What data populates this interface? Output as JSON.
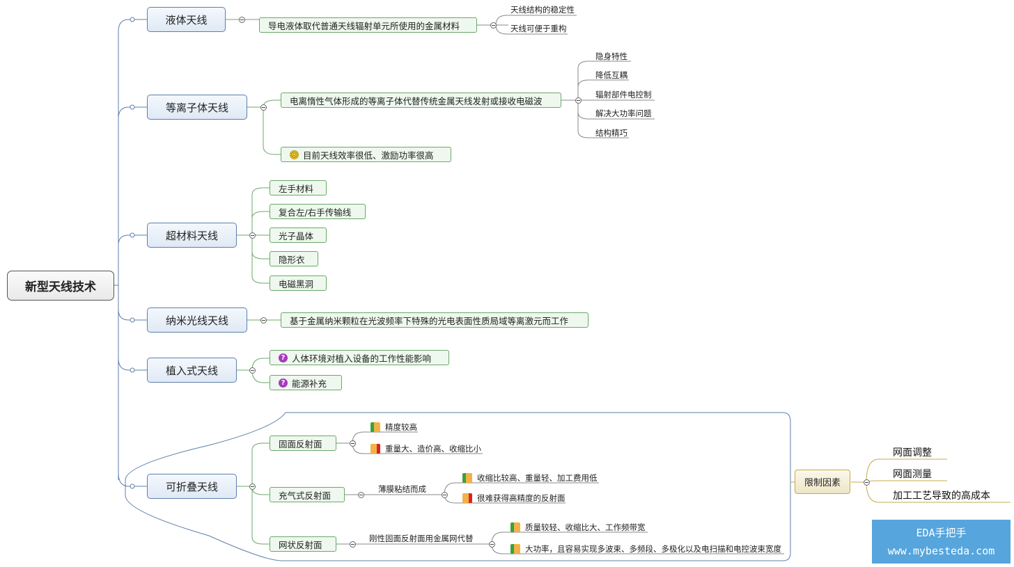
{
  "root": "新型天线技术",
  "branches": {
    "liquid": {
      "label": "液体天线",
      "desc": "导电液体取代普通天线辐射单元所使用的金属材料",
      "points": [
        "天线结构的稳定性",
        "天线可便于重构"
      ]
    },
    "plasma": {
      "label": "等离子体天线",
      "desc": "电离惰性气体形成的等离子体代替传统金属天线发射或接收电磁波",
      "features": [
        "隐身特性",
        "降低互耦",
        "辐射部件电控制",
        "解决大功率问题",
        "结构精巧"
      ],
      "issue": "目前天线效率很低、激励功率很高"
    },
    "meta": {
      "label": "超材料天线",
      "items": [
        "左手材料",
        "复合左/右手传输线",
        "光子晶体",
        "隐形衣",
        "电磁黑洞"
      ]
    },
    "nano": {
      "label": "纳米光线天线",
      "desc": "基于金属纳米颗粒在光波频率下特殊的光电表面性质局域等离激元而工作"
    },
    "implant": {
      "label": "植入式天线",
      "questions": [
        "人体环境对植入设备的工作性能影响",
        "能源补充"
      ]
    },
    "foldable": {
      "label": "可折叠天线",
      "solid": {
        "label": "固面反射面",
        "pro": "精度较高",
        "con": "重量大、造价高、收缩比小"
      },
      "inflatable": {
        "label": "充气式反射面",
        "method": "薄膜粘结而成",
        "pro": "收缩比较高、重量轻、加工费用低",
        "con": "很难获得高精度的反射面"
      },
      "mesh": {
        "label": "网状反射面",
        "method": "刚性固面反射面用金属网代替",
        "pros": [
          "质量较轻、收缩比大、工作频带宽",
          "大功率，且容易实现多波束、多频段、多极化以及电扫描和电控波束宽度"
        ]
      },
      "limit": {
        "label": "限制因素",
        "items": [
          "网面调整",
          "网面测量",
          "加工工艺导致的高成本"
        ]
      }
    }
  },
  "watermark": {
    "line1": "EDA手把手",
    "line2": "www.mybesteda.com"
  },
  "colors": {
    "main_link": "#5b7fa8",
    "green_link": "#6aa86a",
    "gold_link": "#c7a84b"
  },
  "icons": {
    "sad": "sad-face-icon",
    "question": "question-icon",
    "thumb_up": "thumb-up-icon",
    "thumb_down": "thumb-down-icon"
  }
}
